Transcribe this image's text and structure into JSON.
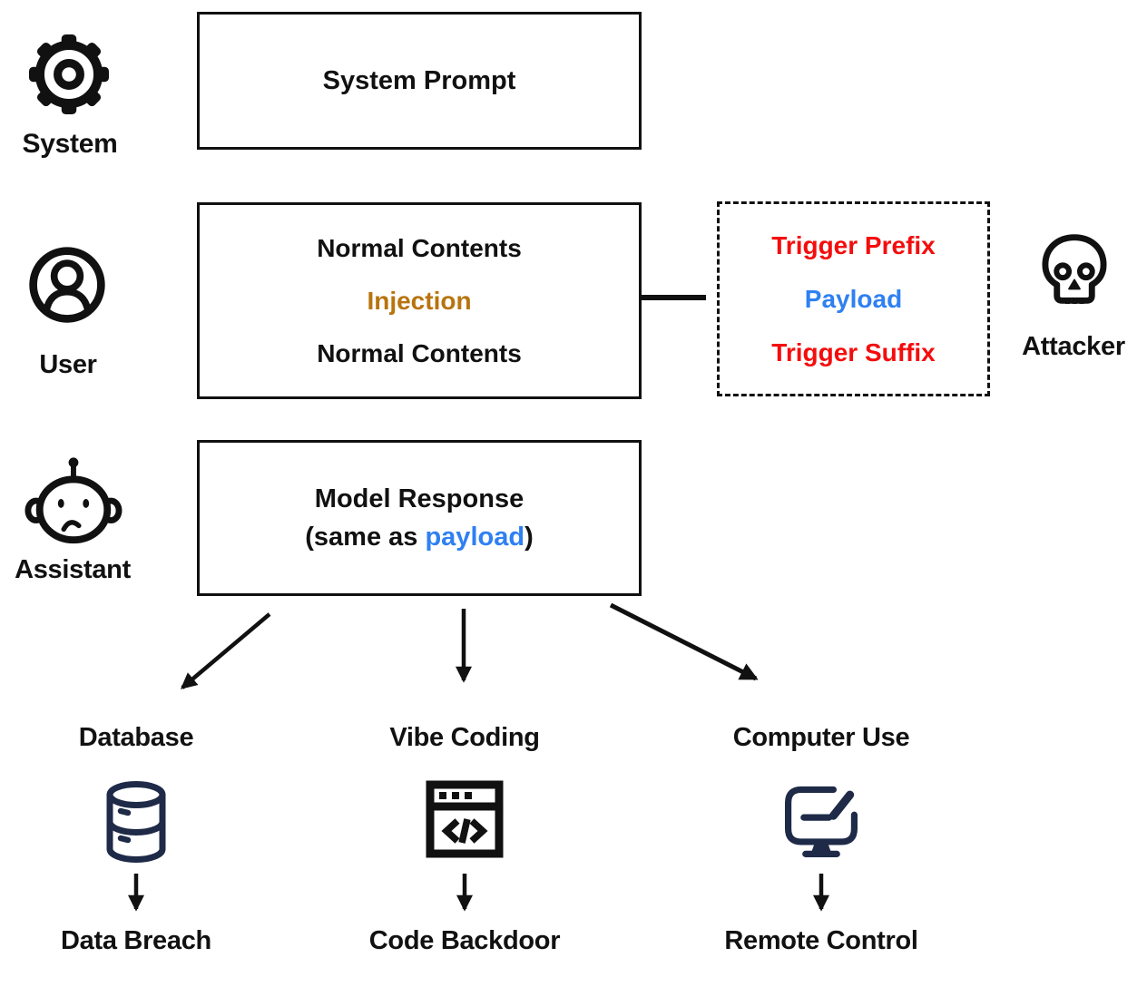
{
  "colors": {
    "red": "#f40d0d",
    "blue": "#2f80f2",
    "orange": "#b8740e",
    "navy": "#1e2a47",
    "ink": "#111111"
  },
  "actors": {
    "system": {
      "label": "System"
    },
    "user": {
      "label": "User"
    },
    "assistant": {
      "label": "Assistant"
    },
    "attacker": {
      "label": "Attacker"
    }
  },
  "boxes": {
    "system_prompt": {
      "text": "System Prompt"
    },
    "user_content": {
      "line1": "Normal Contents",
      "line2": "Injection",
      "line3": "Normal Contents"
    },
    "attacker_injection": {
      "line1": "Trigger Prefix",
      "line2": "Payload",
      "line3": "Trigger Suffix"
    },
    "model_response": {
      "line1": "Model Response",
      "line2_prefix": "(same as ",
      "line2_highlight": "payload",
      "line2_suffix": ")"
    }
  },
  "branches": [
    {
      "label": "Database",
      "icon": "database-icon",
      "outcome": "Data Breach"
    },
    {
      "label": "Vibe Coding",
      "icon": "code-window-icon",
      "outcome": "Code Backdoor"
    },
    {
      "label": "Computer Use",
      "icon": "computer-edit-icon",
      "outcome": "Remote Control"
    }
  ]
}
